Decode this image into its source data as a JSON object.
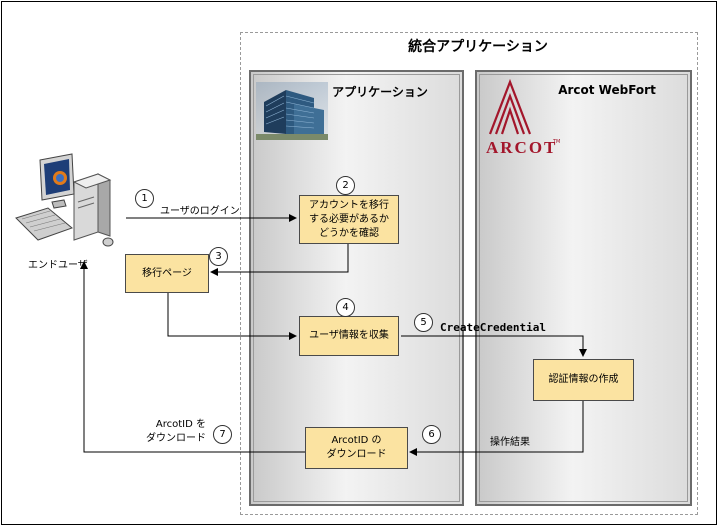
{
  "integrated_app": {
    "title": "統合アプリケーション"
  },
  "lanes": {
    "application": {
      "title": "アプリケーション"
    },
    "webfort": {
      "title": "Arcot WebFort"
    }
  },
  "logo": {
    "text": "ARCOT",
    "tm": "TM",
    "color": "#a3162b"
  },
  "actor": {
    "label": "エンドユーザ"
  },
  "boxes": {
    "check": "アカウントを移行\nする必要があるか\nどうかを確認",
    "migration_page": "移行ページ",
    "collect": "ユーザ情報を収集",
    "create_cred": "認証情報の作成",
    "download": "ArcotID の\nダウンロード"
  },
  "steps": [
    "1",
    "2",
    "3",
    "4",
    "5",
    "6",
    "7"
  ],
  "labels": {
    "login": "ユーザのログイン",
    "create_credential": "CreateCredential",
    "result": "操作結果",
    "download_to_user": "ArcotID を\nダウンロード"
  },
  "colors": {
    "box_fill": "#fbe3a1",
    "logo": "#a3162b"
  }
}
